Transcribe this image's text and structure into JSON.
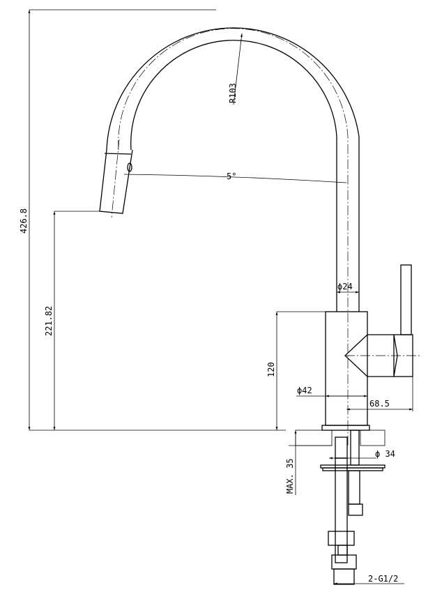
{
  "title": "Pull-out kitchen faucet technical drawing",
  "dimensions": {
    "total_height": "426.8",
    "spout_height": "221.82",
    "body_height": "120",
    "arc_radius": "R103",
    "spout_angle": "5°",
    "tube_diameter": "ϕ24",
    "body_diameter": "ϕ42",
    "handle_reach": "68.5",
    "mount_hole_diameter": "ϕ 34",
    "max_counter_thickness": "MAX. 35",
    "inlet_thread": "2-G1/2"
  }
}
